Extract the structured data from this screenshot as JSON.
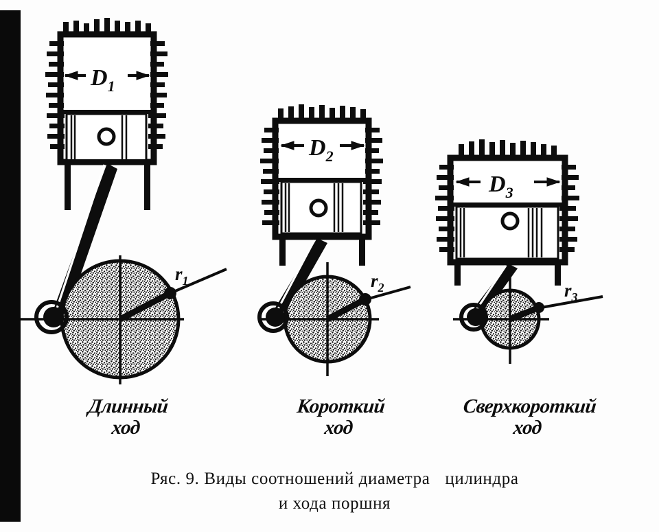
{
  "figure": {
    "caption_line1_a": "Ряс. 9. Виды соотношений диаметра",
    "caption_line1_b": "цилиндра",
    "caption_line2": "и хода поршня",
    "number": "9"
  },
  "assemblies": [
    {
      "id": "long-stroke",
      "bore_label": "D",
      "bore_sub": "1",
      "radius_label": "r",
      "radius_sub": "1",
      "caption_line1": "Длинный",
      "caption_line2": "ход",
      "bore_mm_relative": "smallest",
      "stroke_relative": "longest"
    },
    {
      "id": "short-stroke",
      "bore_label": "D",
      "bore_sub": "2",
      "radius_label": "r",
      "radius_sub": "2",
      "caption_line1": "Короткий",
      "caption_line2": "ход",
      "bore_mm_relative": "medium",
      "stroke_relative": "short"
    },
    {
      "id": "ultra-short-stroke",
      "bore_label": "D",
      "bore_sub": "3",
      "radius_label": "r",
      "radius_sub": "3",
      "caption_line1": "Сверхкороткий",
      "caption_line2": "ход",
      "bore_mm_relative": "largest",
      "stroke_relative": "shortest"
    }
  ],
  "colors": {
    "ink": "#0d0d0d",
    "paper": "#fdfdfd",
    "edge_bar": "#0a0a0a"
  }
}
